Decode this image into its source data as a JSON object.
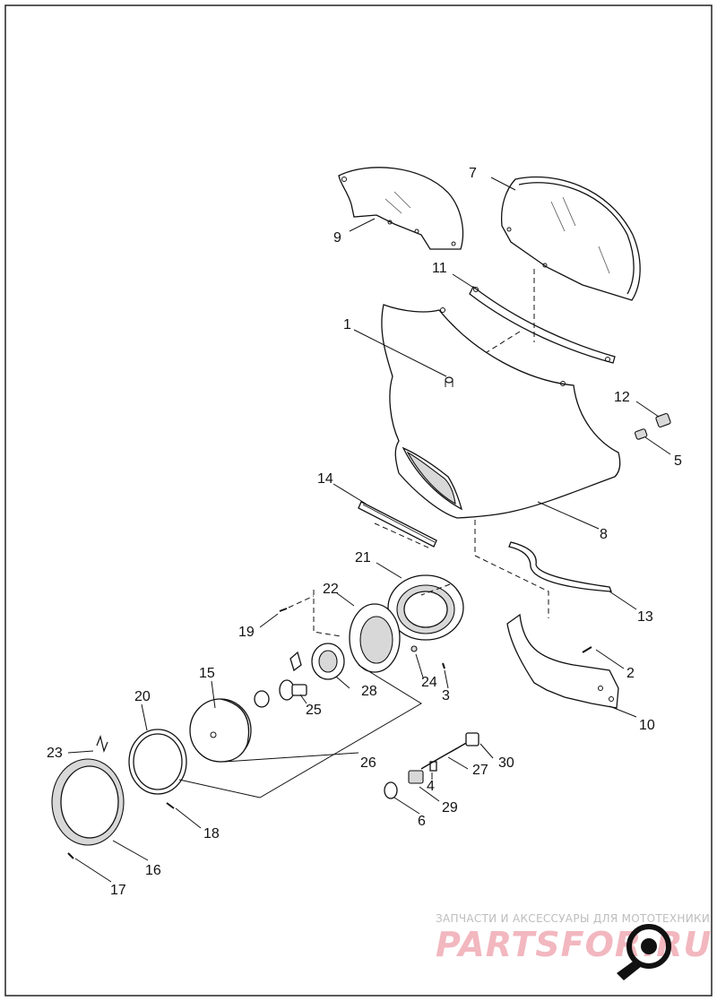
{
  "diagram": {
    "callouts": [
      {
        "id": "c1",
        "text": "1"
      },
      {
        "id": "c2",
        "text": "2"
      },
      {
        "id": "c3",
        "text": "3"
      },
      {
        "id": "c4",
        "text": "4"
      },
      {
        "id": "c5",
        "text": "5"
      },
      {
        "id": "c6",
        "text": "6"
      },
      {
        "id": "c7",
        "text": "7"
      },
      {
        "id": "c8",
        "text": "8"
      },
      {
        "id": "c9",
        "text": "9"
      },
      {
        "id": "c10",
        "text": "10"
      },
      {
        "id": "c11",
        "text": "11"
      },
      {
        "id": "c12",
        "text": "12"
      },
      {
        "id": "c13",
        "text": "13"
      },
      {
        "id": "c14",
        "text": "14"
      },
      {
        "id": "c15",
        "text": "15"
      },
      {
        "id": "c16",
        "text": "16"
      },
      {
        "id": "c17",
        "text": "17"
      },
      {
        "id": "c18",
        "text": "18"
      },
      {
        "id": "c19",
        "text": "19"
      },
      {
        "id": "c20",
        "text": "20"
      },
      {
        "id": "c21",
        "text": "21"
      },
      {
        "id": "c22",
        "text": "22"
      },
      {
        "id": "c23",
        "text": "23"
      },
      {
        "id": "c24",
        "text": "24"
      },
      {
        "id": "c25",
        "text": "25"
      },
      {
        "id": "c26",
        "text": "26"
      },
      {
        "id": "c27",
        "text": "27"
      },
      {
        "id": "c28",
        "text": "28"
      },
      {
        "id": "c29",
        "text": "29"
      },
      {
        "id": "c30",
        "text": "30"
      }
    ]
  },
  "watermark": {
    "caption": "ЗАПЧАСТИ И АКСЕССУАРЫ ДЛЯ МОТОТЕХНИКИ",
    "logo_text": "PARTSFOR.RU",
    "logo_color": "#f2b7bf",
    "icon": "motorcycle-wheel-icon"
  },
  "colors": {
    "line": "#111111",
    "background": "#ffffff",
    "frame": "#222222"
  }
}
